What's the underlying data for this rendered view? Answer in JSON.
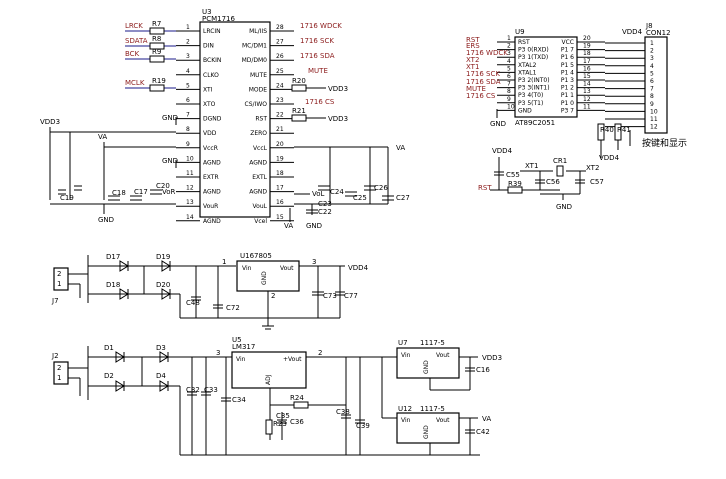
{
  "u3": {
    "ref": "U3",
    "part": "PCM1716",
    "left_pins": [
      {
        "num": "1",
        "name": "LRCIN"
      },
      {
        "num": "2",
        "name": "DIN"
      },
      {
        "num": "3",
        "name": "BCKIN"
      },
      {
        "num": "4",
        "name": "CLKO"
      },
      {
        "num": "5",
        "name": "XTI"
      },
      {
        "num": "6",
        "name": "XTO"
      },
      {
        "num": "7",
        "name": "DGND"
      },
      {
        "num": "8",
        "name": "VDD"
      },
      {
        "num": "9",
        "name": "VccR"
      },
      {
        "num": "10",
        "name": "AGND"
      },
      {
        "num": "11",
        "name": "EXTR"
      },
      {
        "num": "12",
        "name": "AGND"
      },
      {
        "num": "13",
        "name": "VouR"
      },
      {
        "num": "14",
        "name": "AGND"
      }
    ],
    "right_pins": [
      {
        "num": "28",
        "name": "ML/IIS"
      },
      {
        "num": "27",
        "name": "MC/DM1"
      },
      {
        "num": "26",
        "name": "MD/DM0"
      },
      {
        "num": "25",
        "name": "MUTE"
      },
      {
        "num": "24",
        "name": "MODE"
      },
      {
        "num": "23",
        "name": "CS/IWO"
      },
      {
        "num": "22",
        "name": "RST"
      },
      {
        "num": "21",
        "name": "ZERO"
      },
      {
        "num": "20",
        "name": "VccL"
      },
      {
        "num": "19",
        "name": "AGND"
      },
      {
        "num": "18",
        "name": "EXTL"
      },
      {
        "num": "17",
        "name": "AGND"
      },
      {
        "num": "16",
        "name": "VouL"
      },
      {
        "num": "15",
        "name": "Vcel"
      }
    ],
    "left_nets": [
      "LRCK",
      "SDATA",
      "BCK",
      "MCLK"
    ],
    "left_res": [
      "R7",
      "R8",
      "R9",
      "R19"
    ],
    "right_nets": [
      "1716 WDCK",
      "1716 SCK",
      "1716 SDA",
      "MUTE",
      "1716 CS"
    ],
    "right_res": [
      "R20",
      "R21"
    ]
  },
  "u9": {
    "ref": "U9",
    "part": "AT89C2051",
    "left_pins": [
      {
        "num": "1",
        "name": "RST"
      },
      {
        "num": "2",
        "name": "P3 0(RXD)"
      },
      {
        "num": "3",
        "name": "P3 1(TXD)"
      },
      {
        "num": "4",
        "name": "XTAL2"
      },
      {
        "num": "5",
        "name": "XTAL1"
      },
      {
        "num": "6",
        "name": "P3 2(INT0)"
      },
      {
        "num": "7",
        "name": "P3 3(INT1)"
      },
      {
        "num": "8",
        "name": "P3 4(T0)"
      },
      {
        "num": "9",
        "name": "P3 5(T1)"
      },
      {
        "num": "10",
        "name": "GND"
      }
    ],
    "right_pins": [
      {
        "num": "20",
        "name": "VCC"
      },
      {
        "num": "19",
        "name": "P1 7"
      },
      {
        "num": "18",
        "name": "P1 6"
      },
      {
        "num": "17",
        "name": "P1 5"
      },
      {
        "num": "16",
        "name": "P1 4"
      },
      {
        "num": "15",
        "name": "P1 3"
      },
      {
        "num": "14",
        "name": "P1 2"
      },
      {
        "num": "13",
        "name": "P1 1"
      },
      {
        "num": "12",
        "name": "P1 0"
      },
      {
        "num": "11",
        "name": "P3 7"
      }
    ],
    "left_nets": [
      "RST",
      "ERS",
      "1716 WDCK",
      "XT2",
      "XT1",
      "1716 SCK",
      "1716 SDA",
      "MUTE",
      "1716 CS"
    ],
    "gnd": "GND"
  },
  "j8": {
    "ref": "J8",
    "part": "CON12",
    "pins": [
      "1",
      "2",
      "3",
      "4",
      "5",
      "6",
      "7",
      "8",
      "9",
      "10",
      "11",
      "12"
    ],
    "vdd": "VDD4",
    "note": "按键和显示"
  },
  "osc": {
    "r40": "R40",
    "r41": "R41",
    "vdd": "VDD4",
    "c55": "C55",
    "cr1": "CR1",
    "xt1": "XT1",
    "xt2": "XT2",
    "rst": "RST",
    "r39": "R39",
    "c56": "C56",
    "c57": "C57",
    "gnd": "GND"
  },
  "analog": {
    "vdd3": "VDD3",
    "va": "VA",
    "gnd": "GND",
    "left_caps": [
      "C19",
      "C18",
      "C17",
      "C20"
    ],
    "vor": "VoR",
    "vol": "VoL",
    "right_caps": [
      "C24",
      "C25",
      "C26",
      "C27"
    ],
    "mid_caps": [
      "C22",
      "C23"
    ]
  },
  "ps1": {
    "j": "J7",
    "j_pins": [
      "2",
      "1"
    ],
    "diodes": [
      "D17",
      "D19",
      "D18",
      "D20"
    ],
    "reg_ref": "U16",
    "reg_part": "7805",
    "reg_in": "Vin",
    "reg_out": "Vout",
    "reg_gnd": "GND",
    "pin_nums": [
      "1",
      "2",
      "3"
    ],
    "caps": [
      "C48",
      "C72",
      "C73",
      "C77"
    ],
    "out": "VDD4"
  },
  "ps2": {
    "j": "J2",
    "j_pins": [
      "2",
      "1"
    ],
    "diodes": [
      "D1",
      "D3",
      "D2",
      "D4"
    ],
    "reg_ref": "U5",
    "reg_part": "LM317",
    "reg_in": "Vin",
    "reg_out": "+Vout",
    "reg_adj": "ADJ",
    "caps": [
      "C32",
      "C33",
      "C34",
      "C35",
      "C36",
      "C38",
      "C39"
    ],
    "res": [
      "R24",
      "R23"
    ],
    "reg2_ref": "U7",
    "reg2_part": "1117-5",
    "reg3_ref": "U12",
    "reg3_part": "1117-5",
    "out1": "VDD3",
    "out2": "VA",
    "caps_out": [
      "C16",
      "C42"
    ],
    "pin_nums": [
      "3",
      "2"
    ]
  }
}
